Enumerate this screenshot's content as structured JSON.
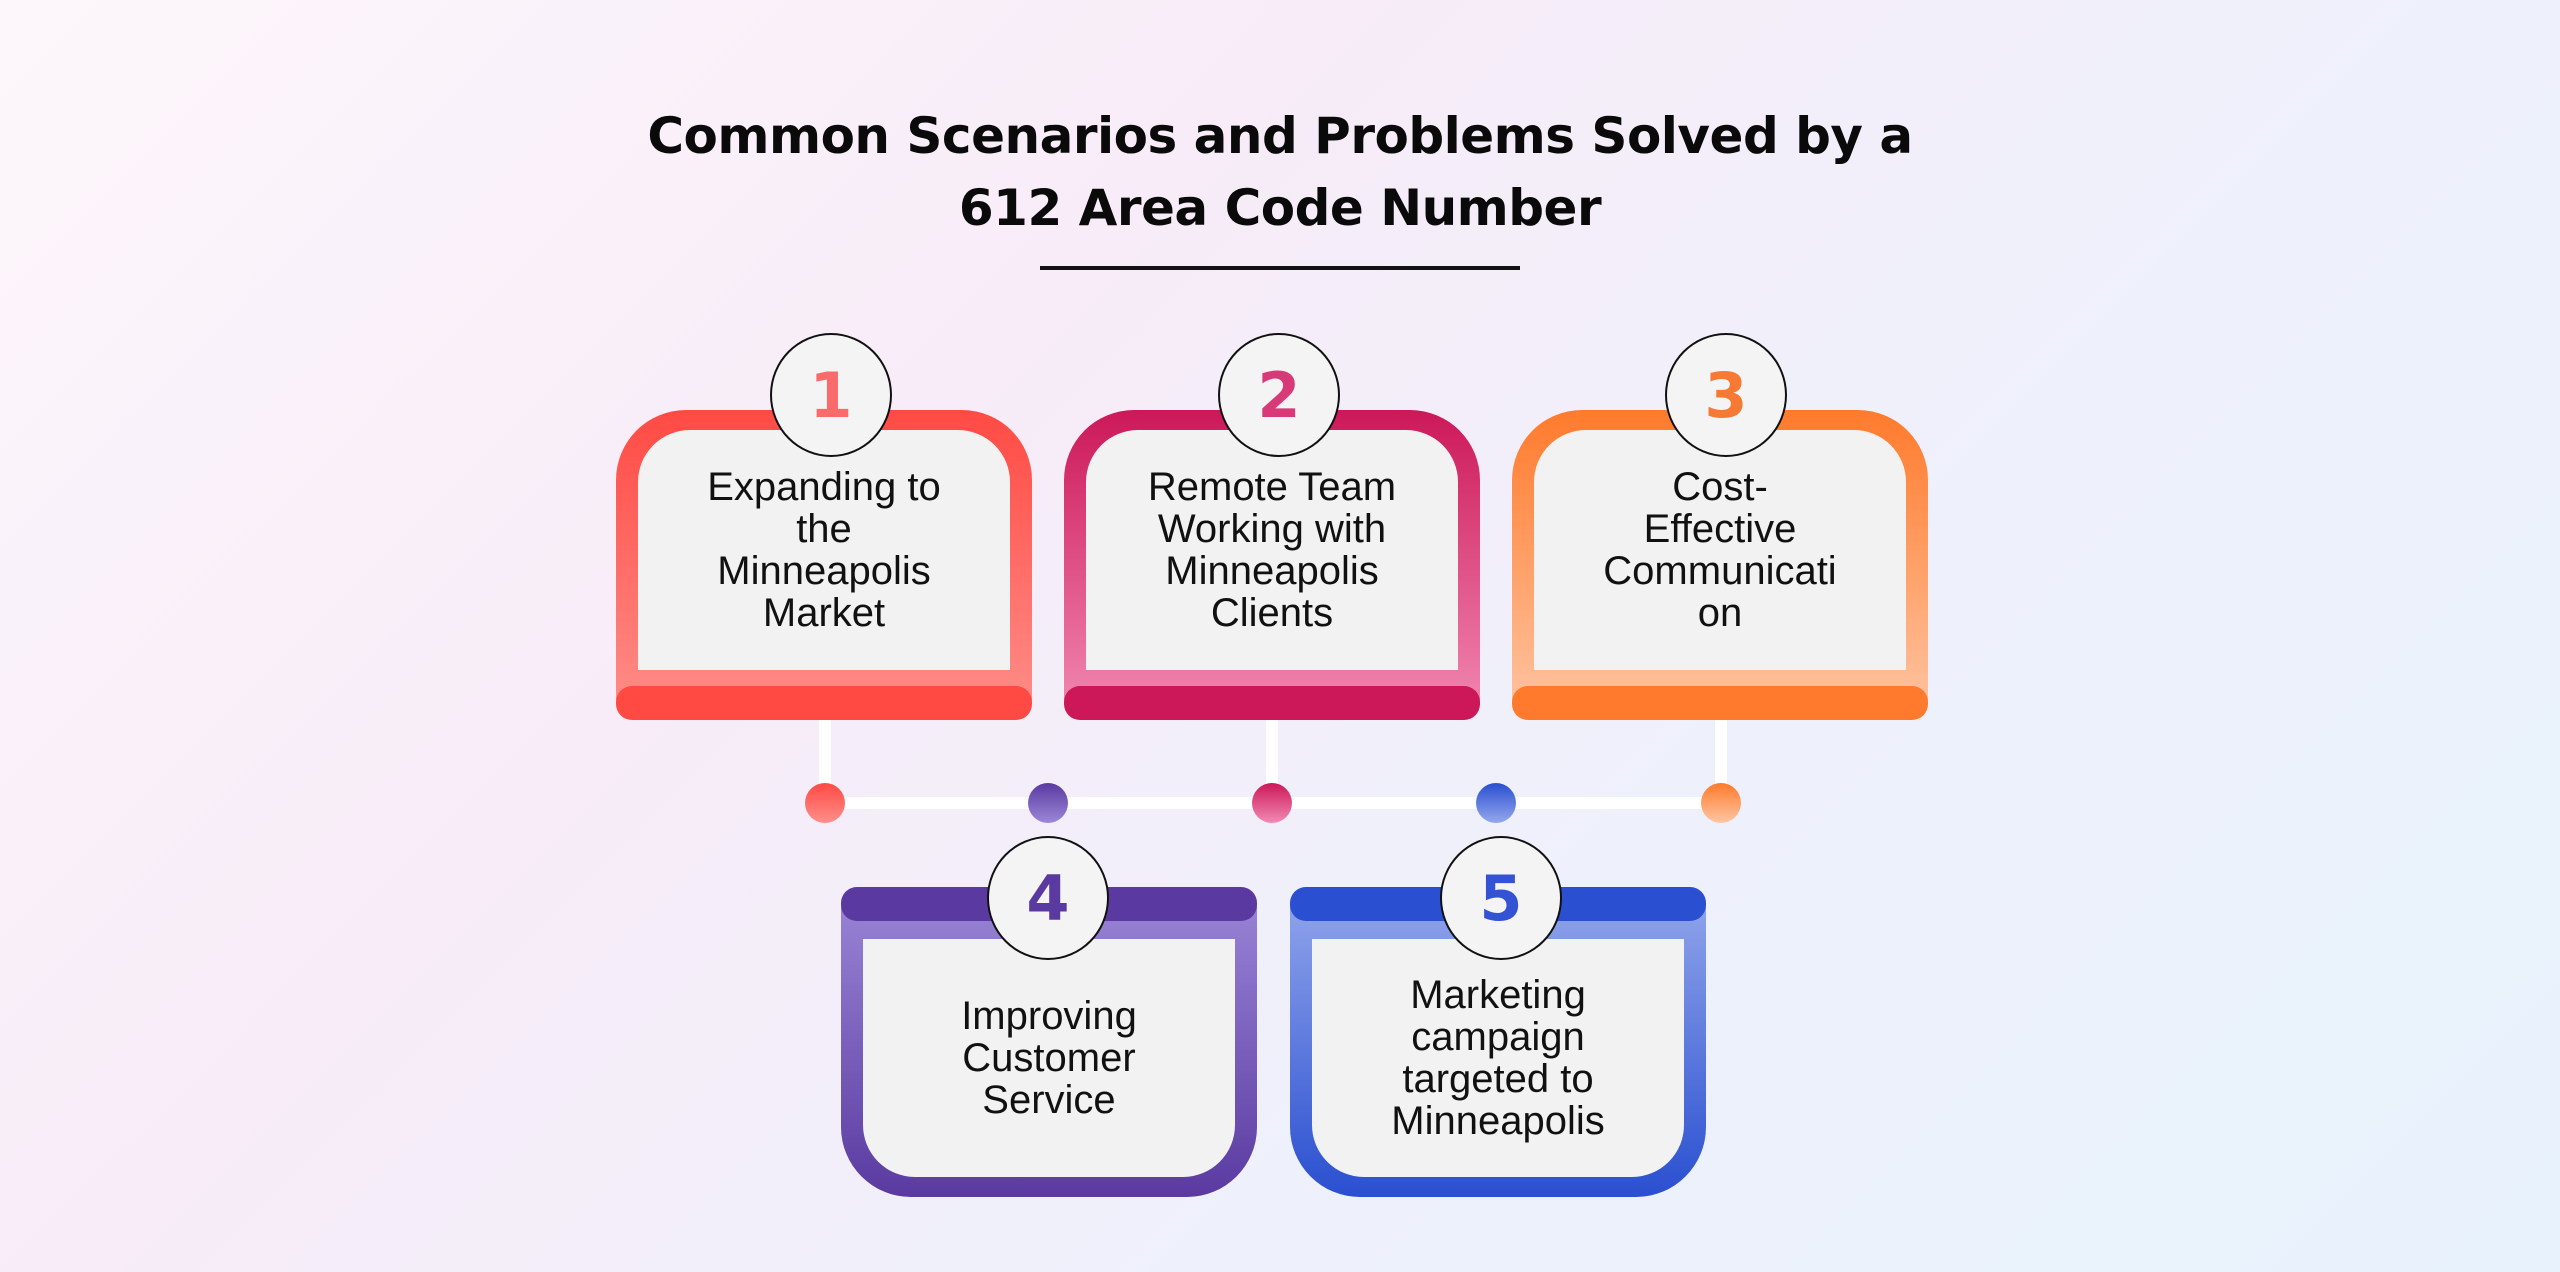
{
  "title": {
    "line1": "Common Scenarios and Problems Solved by a",
    "line2": "612 Area Code Number"
  },
  "scenarios": [
    {
      "number": "1",
      "lines": [
        "Expanding to",
        "the",
        "Minneapolis",
        "Market"
      ],
      "color": "#ff4a44",
      "light": "#ff8f8a",
      "num_color": "#f96a6a"
    },
    {
      "number": "2",
      "lines": [
        "Remote Team",
        "Working with",
        "Minneapolis",
        "Clients"
      ],
      "color": "#cc1858",
      "light": "#f28ab4",
      "num_color": "#d83a78"
    },
    {
      "number": "3",
      "lines": [
        "Cost-",
        "Effective",
        "Communicati",
        "on"
      ],
      "color": "#ff7a2c",
      "light": "#ffc6a4",
      "num_color": "#f77a34"
    },
    {
      "number": "4",
      "lines": [
        "Improving",
        "Customer",
        "Service"
      ],
      "color": "#5a3aa0",
      "light": "#9b87d8",
      "num_color": "#5a3aa0"
    },
    {
      "number": "5",
      "lines": [
        "Marketing",
        "campaign",
        "targeted to",
        "Minneapolis"
      ],
      "color": "#2a4fd0",
      "light": "#94a8ec",
      "num_color": "#3452d4"
    }
  ]
}
